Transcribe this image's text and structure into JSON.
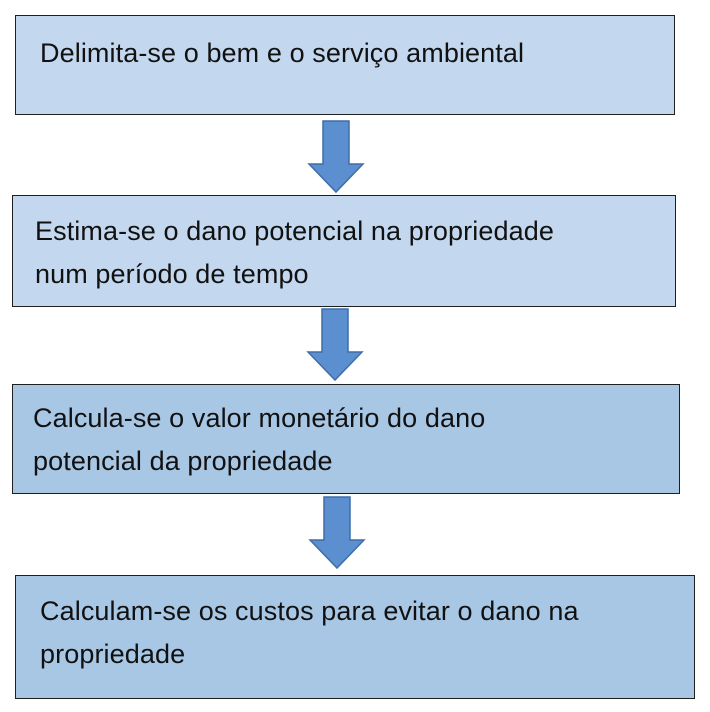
{
  "diagram": {
    "steps": [
      {
        "text": "Delimita-se o bem e o serviço ambiental"
      },
      {
        "text": "Estima-se o dano potencial na propriedade\nnum período de tempo"
      },
      {
        "text": "Calcula-se o valor monetário do dano\npotencial da propriedade"
      },
      {
        "text": "Calculam-se os custos para evitar o dano na\npropriedade"
      }
    ],
    "colors": {
      "box_light": "#c3d7ee",
      "box_dark": "#a8c7e5",
      "arrow_fill": "#5b8fd0",
      "arrow_stroke": "#3f6ea8",
      "border": "#1f1f1f"
    },
    "icons": {
      "connector": "arrow-down-icon"
    }
  }
}
